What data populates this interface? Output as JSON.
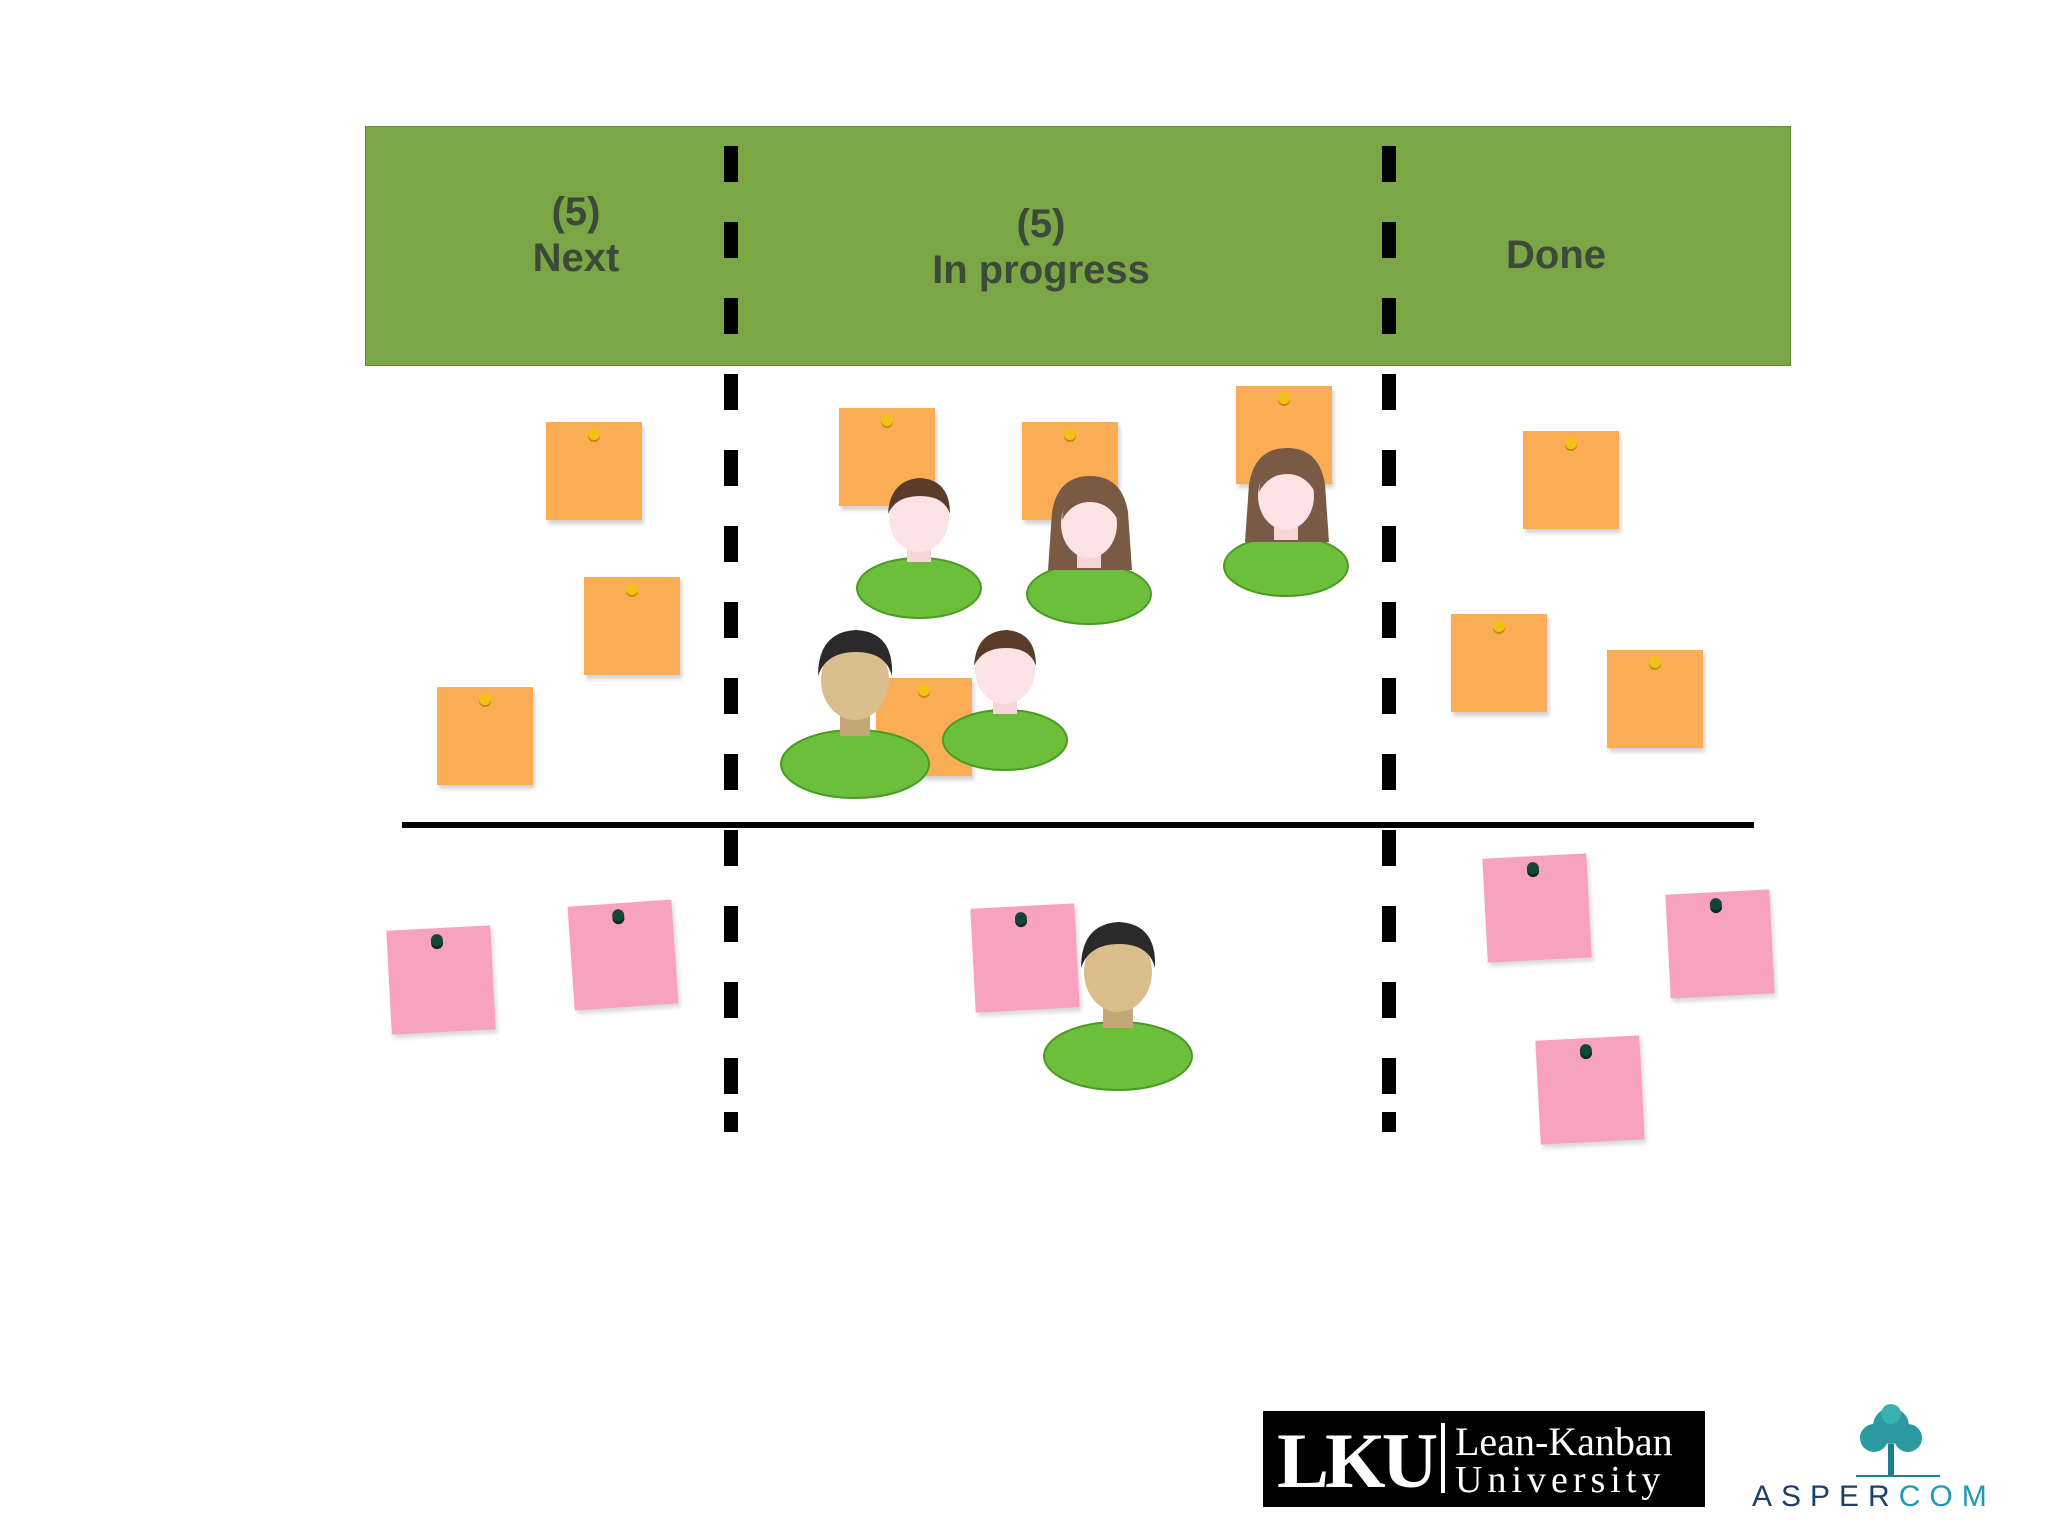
{
  "board": {
    "header_color": "#7ba646",
    "columns": [
      {
        "limit": "(5)",
        "name": "Next"
      },
      {
        "limit": "(5)",
        "name": "In progress"
      },
      {
        "limit": "",
        "name": "Done"
      }
    ]
  },
  "sticky_colors": {
    "standard": "#fbad56",
    "expedite": "#f7a3c0"
  },
  "logos": {
    "lku": {
      "mark": "LKU",
      "line1": "Lean-Kanban",
      "line2": "University"
    },
    "aspercom": {
      "text_dark": "ASPER",
      "text_light": "COM",
      "icon": "tree-icon"
    }
  }
}
